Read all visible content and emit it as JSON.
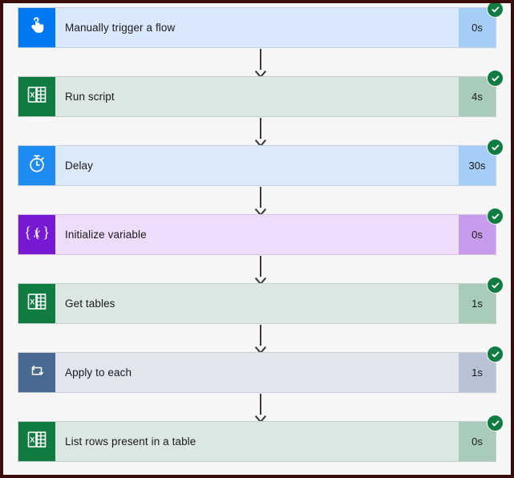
{
  "canvas": {
    "background": "#f6f6f6",
    "frame_color": "#3a0c0c",
    "connector_color": "#3b3a39"
  },
  "status": {
    "icon": "check-circle-icon",
    "color": "#107c41",
    "label": "Succeeded"
  },
  "flow": {
    "steps": [
      {
        "title": "Manually trigger a flow",
        "duration": "0s",
        "icon": "tap-hand-icon",
        "icon_bg": "#0078f2",
        "body_bg": "#d9e9fb",
        "duration_bg": "#a5cdf5",
        "status": "succeeded"
      },
      {
        "title": "Run script",
        "duration": "4s",
        "icon": "excel-icon",
        "icon_bg": "#107c41",
        "body_bg": "#dbe8e2",
        "duration_bg": "#a8ccb9",
        "status": "succeeded"
      },
      {
        "title": "Delay",
        "duration": "30s",
        "icon": "stopwatch-icon",
        "icon_bg": "#1d8bf1",
        "body_bg": "#dbe9fb",
        "duration_bg": "#a5cdf5",
        "status": "succeeded"
      },
      {
        "title": "Initialize variable",
        "duration": "0s",
        "icon": "braces-variable-icon",
        "icon_bg": "#7719d3",
        "body_bg": "#eedcfa",
        "duration_bg": "#c79cec",
        "status": "succeeded"
      },
      {
        "title": "Get tables",
        "duration": "1s",
        "icon": "excel-icon",
        "icon_bg": "#107c41",
        "body_bg": "#dbe8e2",
        "duration_bg": "#a8ccb9",
        "status": "succeeded"
      },
      {
        "title": "Apply to each",
        "duration": "1s",
        "icon": "loop-repeat-icon",
        "icon_bg": "#486991",
        "body_bg": "#e1e5ee",
        "duration_bg": "#b8c2d4",
        "status": "succeeded"
      },
      {
        "title": "List rows present in a table",
        "duration": "0s",
        "icon": "excel-icon",
        "icon_bg": "#107c41",
        "body_bg": "#dbe8e2",
        "duration_bg": "#a8ccb9",
        "status": "succeeded"
      }
    ]
  }
}
